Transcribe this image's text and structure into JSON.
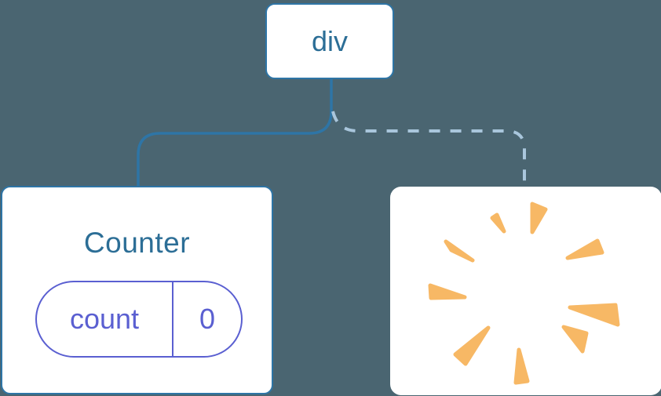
{
  "diagram": {
    "root_node": {
      "label": "div"
    },
    "counter_node": {
      "title": "Counter",
      "state": {
        "key": "count",
        "value": "0"
      }
    },
    "removed_node": {
      "icon": "poof-icon"
    }
  },
  "colors": {
    "background": "#4A6571",
    "nodeBg": "#FFFFFF",
    "nodeBorder": "#2E75A6",
    "nodeText": "#2C6E96",
    "edgeSolid": "#2E75A6",
    "edgeDashed": "#A9C6DC",
    "stateAccent": "#5A5FD1",
    "poof": "#F7B865"
  }
}
